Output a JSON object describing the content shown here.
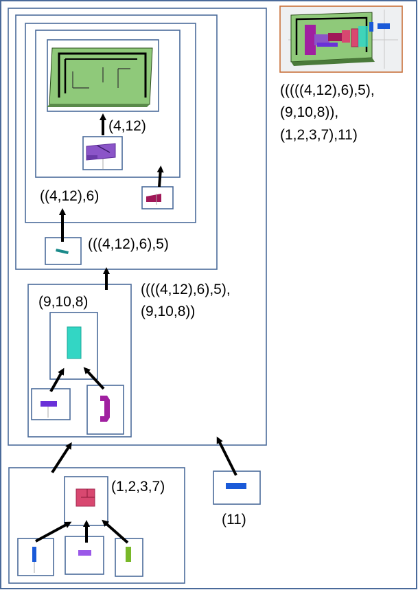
{
  "labels": {
    "l_4_12": "(4,12)",
    "l_4_12_6": "((4,12),6)",
    "l_4_12_6_5": "(((4,12),6),5)",
    "l_big_a": "((((4,12),6),5),",
    "l_big_b": "(9,10,8))",
    "l_9_10_8": "(9,10,8)",
    "l_1_2_3_7": "(1,2,3,7)",
    "l_11": "(11)",
    "l_final_a": "(((((4,12),6),5),",
    "l_final_b": "(9,10,8)),",
    "l_final_c": "(1,2,3,7),11)"
  },
  "colors": {
    "frame": "#4a6a9a",
    "preview_border": "#c8703a",
    "green_part": "#8fc97a",
    "purple_part": "#8b55c8",
    "crimson_part": "#a01858",
    "teal_part": "#1a8a8a",
    "cyan_part": "#33d6c4",
    "magenta_part": "#a020a0",
    "violet_part": "#6a30d8",
    "pink_part": "#d84870",
    "blue_part": "#1a5ad8",
    "lavender_part": "#9a58e8",
    "lime_part": "#78b828"
  }
}
